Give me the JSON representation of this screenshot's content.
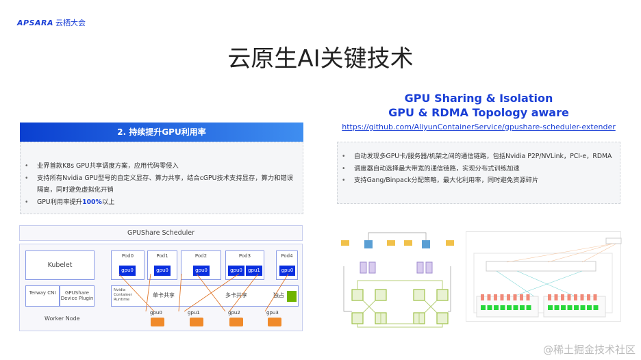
{
  "logo": {
    "brand": "APSARA",
    "cn": "云栖大会"
  },
  "title": "云原生AI关键技术",
  "left": {
    "header": "2. 持续提升GPU利用率",
    "bullets": [
      "业界首款K8s GPU共享调度方案，应用代码零侵入",
      "支持所有Nvidia GPU型号的自定义显存、算力共享，结合cGPU技术支持显存，算力和错误隔离，同时避免虚拟化开销"
    ],
    "bullet3_pre": "GPU利用率提升",
    "bullet3_hl": "100%",
    "bullet3_post": "以上",
    "highlight_color": "#1a3fd6"
  },
  "diagram": {
    "scheduler": "GPUShare Scheduler",
    "kubelet": "Kubelet",
    "terway": "Terway CNI",
    "plugin": "GPUShare Device Plugin",
    "worker": "Worker Node",
    "runtime": "Nvidia Container Runtime",
    "single": "单卡共享",
    "multi": "多卡共享",
    "exclusive": "独占",
    "pods": [
      {
        "name": "Pod0",
        "gpus": [
          "gpu0"
        ]
      },
      {
        "name": "Pod1",
        "gpus": [
          "gpu0"
        ]
      },
      {
        "name": "Pod2",
        "gpus": [
          "gpu0"
        ]
      },
      {
        "name": "Pod3",
        "gpus": [
          "gpu0",
          "gpu1"
        ]
      },
      {
        "name": "Pod4",
        "gpus": [
          "gpu0"
        ]
      }
    ],
    "physical_gpus": [
      "gpu0",
      "gpu1",
      "gpu2",
      "gpu3"
    ]
  },
  "right": {
    "title1": "GPU Sharing & Isolation",
    "title2": "GPU & RDMA Topology aware",
    "url": "https://github.com/AliyunContainerService/gpushare-scheduler-extender",
    "bullets": [
      "自动发现多GPU卡/服务器/机架之间的通信链路，包括Nvidia P2P/NVLink，PCI-e，RDMA",
      "调度器自动选择最大带宽的通信链路，实现分布式训练加速",
      "支持Gang/Binpack分配策略，最大化利用率，同时避免资源碎片"
    ]
  },
  "watermark": "@稀土掘金技术社区"
}
